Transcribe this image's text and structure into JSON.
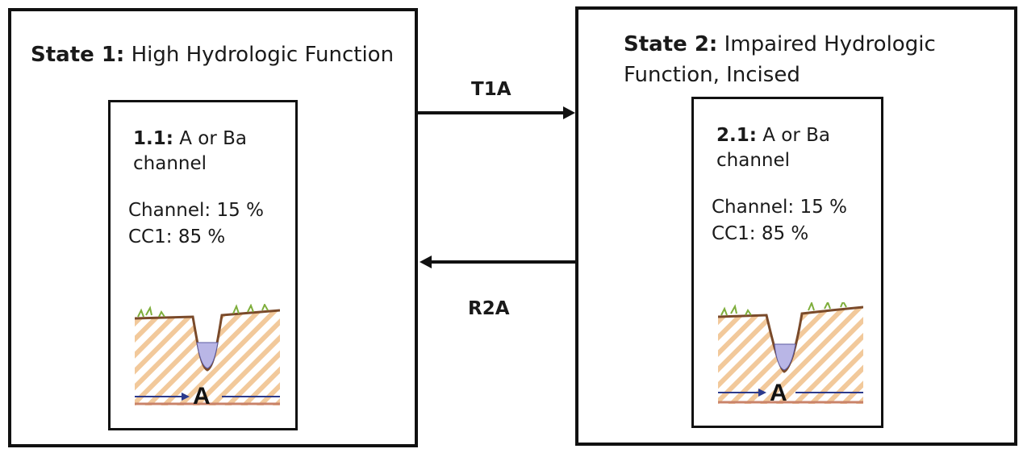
{
  "state1": {
    "title_bold": "State 1:",
    "title_rest": " High Hydrologic Function",
    "phase": {
      "id_bold": "1.1:",
      "line1_rest": " A or Ba",
      "line2": "channel",
      "composition": [
        "Channel: 15 %",
        "CC1: 85  %"
      ],
      "letter": "A"
    }
  },
  "state2": {
    "title_line1_bold": "State 2:",
    "title_line1_rest": " Impaired Hydrologic",
    "title_line2": "Function,  Incised",
    "phase": {
      "id_bold": "2.1:",
      "line1_rest": " A  or Ba",
      "line2": "channel",
      "composition": [
        "Channel: 15 %",
        "CC1: 85  %"
      ],
      "letter": "A"
    }
  },
  "transitions": {
    "forward": "T1A",
    "restoration": "R2A"
  },
  "colors": {
    "hatch": "#f2c99b",
    "soil_line": "#7a4a2a",
    "water": "#b9b6e6",
    "flow_arrow": "#2c3a8c",
    "grass": "#7fae3c"
  }
}
